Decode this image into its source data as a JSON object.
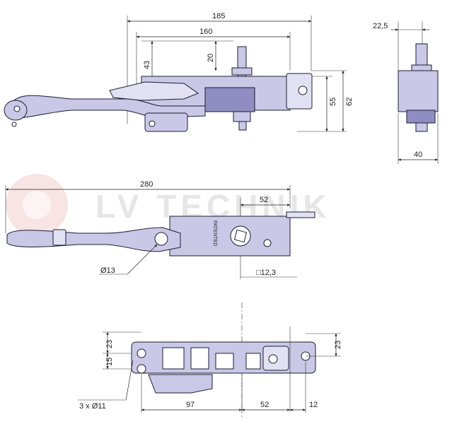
{
  "watermark": {
    "text": "LV TECHNIK",
    "logo_color": "#f2c9c9"
  },
  "colors": {
    "part_fill": "#c9c8e6",
    "part_dark": "#8f8dc2",
    "outline": "#1c1c33"
  },
  "side_view": {
    "dim_185": "185",
    "dim_160": "160",
    "dim_43": "43",
    "dim_20": "20",
    "dim_55": "55",
    "dim_62": "62"
  },
  "end_view": {
    "dim_22_5": "22,5",
    "dim_40": "40"
  },
  "top_view": {
    "dim_280": "280",
    "dim_52": "52",
    "hole_dia": "Ø13",
    "square": "□12,3",
    "stamp": "PATENTED"
  },
  "base_view": {
    "dim_23_left": "23",
    "dim_15": "15",
    "holes": "3 x Ø11",
    "dim_97": "97",
    "dim_52": "52",
    "dim_12": "12",
    "dim_23_right": "23"
  }
}
